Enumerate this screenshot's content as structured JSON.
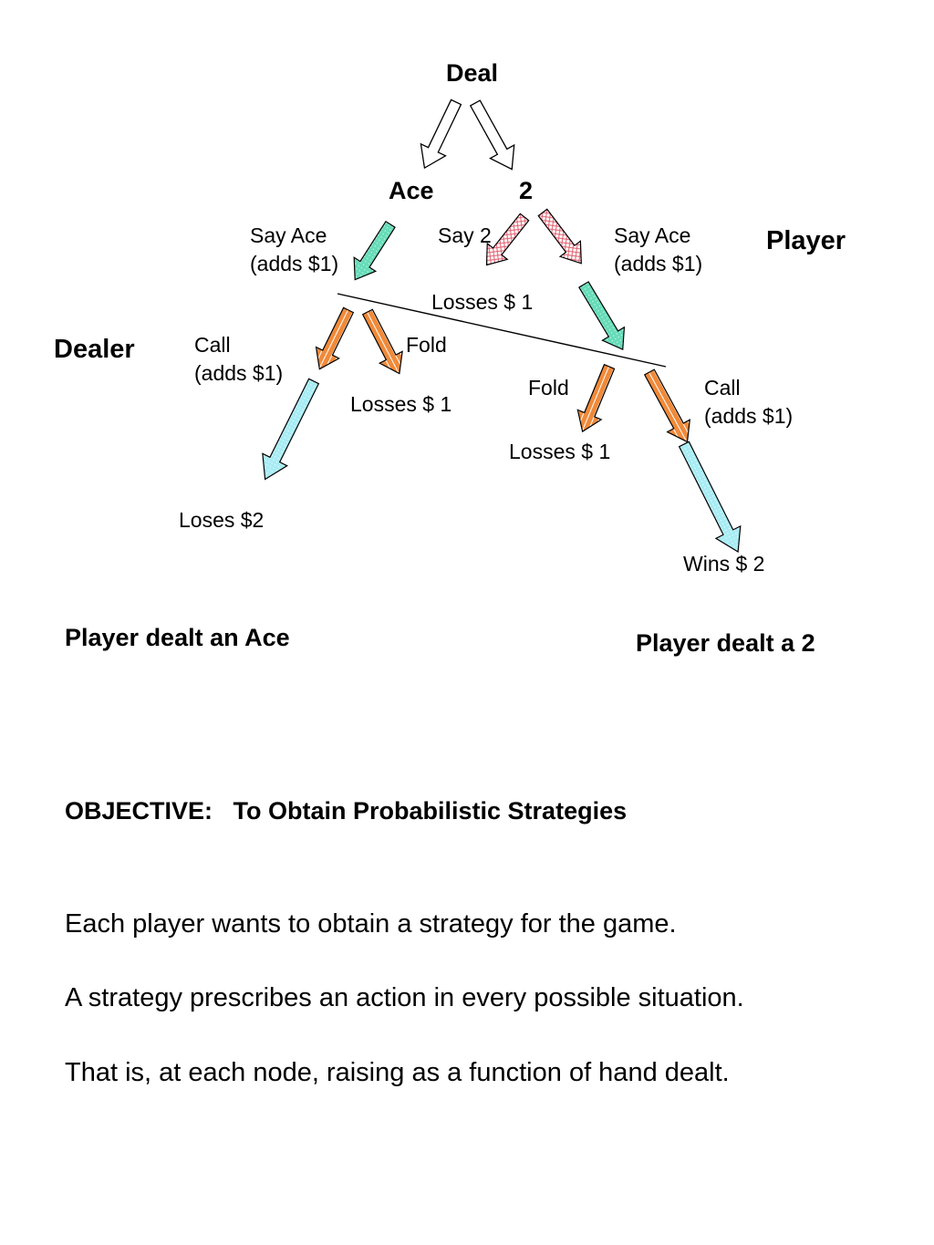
{
  "diagram": {
    "root": "Deal",
    "card_ace": "Ace",
    "card_two": "2",
    "role_player": "Player",
    "role_dealer": "Dealer",
    "ace_player_action": "Say Ace\n(adds $1)",
    "two_bluff_action": "Say Ace\n(adds $1)",
    "two_honest_action": "Say 2",
    "two_honest_outcome": "Losses $ 1",
    "ace_call_action": "Call\n(adds $1)",
    "ace_fold_action": "Fold",
    "ace_fold_outcome": "Losses $ 1",
    "ace_call_outcome": "Loses $2",
    "two_fold_action": "Fold",
    "two_fold_outcome": "Losses $ 1",
    "two_call_action": "Call\n(adds $1)",
    "two_call_outcome": "Wins $ 2",
    "caption_ace": "Player dealt an Ace",
    "caption_two": "Player dealt a 2",
    "colors": {
      "player_arrow": "#66dcb8",
      "dealer_arrow": "#f08a3a",
      "say_two_arrow": "#f0a0a8",
      "outcome_arrow": "#a8ecf4",
      "deal_arrow": "#ffffff"
    }
  },
  "objective": {
    "heading": "OBJECTIVE:   To Obtain Probabilistic Strategies"
  },
  "paragraphs": [
    "Each player wants to obtain a strategy for the game.",
    "A strategy prescribes an action in every possible situation.",
    "That is, at each node, raising as a function of hand dealt."
  ]
}
